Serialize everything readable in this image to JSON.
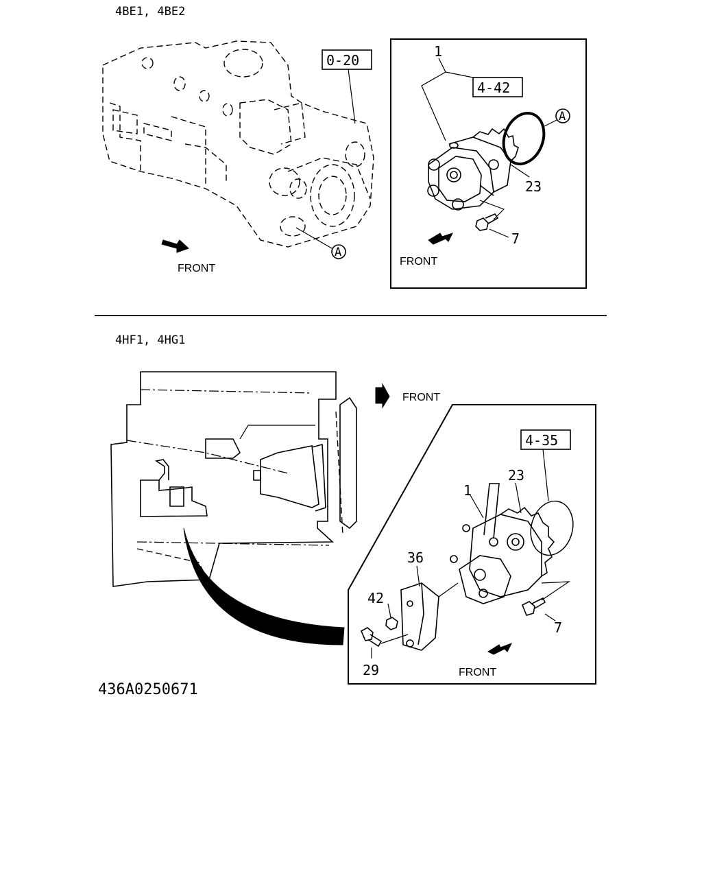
{
  "variants": [
    {
      "models": "4BE1, 4BE2",
      "engine_ref": "0-20",
      "detail_ref": "4-42",
      "callout": "A",
      "front_label": "FRONT",
      "parts": [
        "1",
        "23",
        "7"
      ]
    },
    {
      "models": "4HF1, 4HG1",
      "detail_ref": "4-35",
      "front_label": "FRONT",
      "parts": [
        "1",
        "23",
        "36",
        "42",
        "7",
        "29"
      ]
    }
  ],
  "drawing_code": "436A0250671"
}
